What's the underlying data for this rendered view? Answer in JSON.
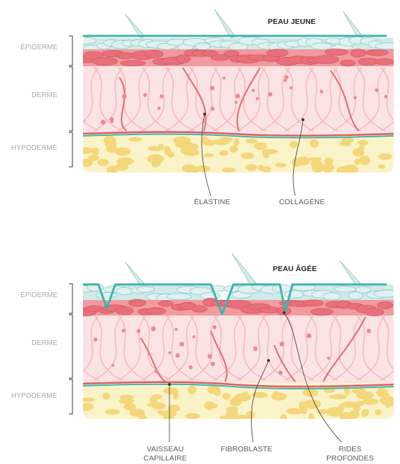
{
  "young": {
    "title": "PEAU JEUNE",
    "layers": {
      "epiderme": "ÉPIDERME",
      "derme": "DERME",
      "hypoderme": "HYPODERME"
    },
    "callouts": {
      "elastine": "ÉLASTINE",
      "collagene": "COLLAGÈNE"
    }
  },
  "aged": {
    "title": "PEAU ÂGÉE",
    "layers": {
      "epiderme": "ÉPIDERME",
      "derme": "DERME",
      "hypoderme": "HYPODERME"
    },
    "callouts": {
      "vaisseau_1": "VAISSEAU",
      "vaisseau_2": "CAPILLAIRE",
      "fibroblaste": "FIBROBLASTE",
      "rides_1": "RIDES",
      "rides_2": "PROFONDES"
    }
  },
  "colors": {
    "surface": "#3fb3ad",
    "epidermis_top": "#bfe3e1",
    "epidermis_cells": "#e8707a",
    "dermis": "#fbe3e4",
    "fibers": "#f0a3a8",
    "fibers_strong": "#e36f78",
    "hypodermis": "#fbf3c8",
    "fat": "#f3d77a",
    "capillary": "#e05a66"
  }
}
